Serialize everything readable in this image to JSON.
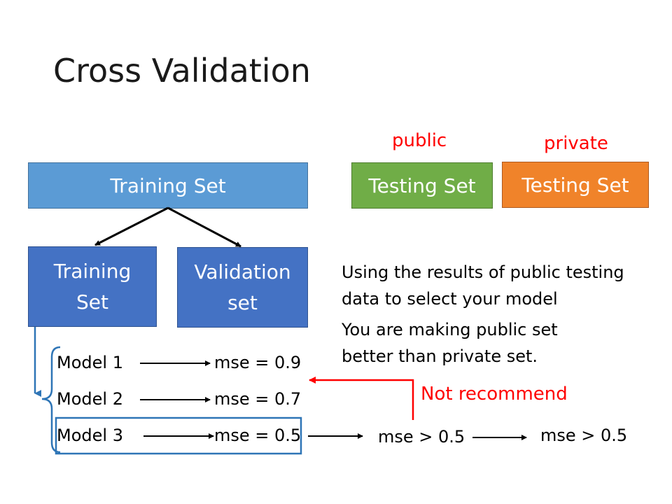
{
  "title": "Cross Validation",
  "labels": {
    "public": "public",
    "private": "private"
  },
  "boxes": {
    "training_set_top": "Training Set",
    "testing_set_public": "Testing Set",
    "testing_set_private": "Testing Set",
    "training_set_sub_line1": "Training",
    "training_set_sub_line2": "Set",
    "validation_set_line1": "Validation",
    "validation_set_line2": "set"
  },
  "notes": {
    "note1_line1": "Using the results of public testing",
    "note1_line2": "data to select your model",
    "note2_line1": "You are making public set",
    "note2_line2": "better than private set."
  },
  "models": [
    {
      "name": "Model 1",
      "mse": "mse = 0.9"
    },
    {
      "name": "Model 2",
      "mse": "mse = 0.7"
    },
    {
      "name": "Model 3",
      "mse": "mse = 0.5"
    }
  ],
  "results": {
    "public_mse": "mse > 0.5",
    "private_mse": "mse > 0.5",
    "not_recommend": "Not recommend"
  },
  "colors": {
    "training_top": "#5b9bd5",
    "testing_public": "#70ad47",
    "testing_private": "#f0832a",
    "sub_boxes": "#4472c4",
    "warning": "#ff0000",
    "highlight": "#2e75b6"
  }
}
